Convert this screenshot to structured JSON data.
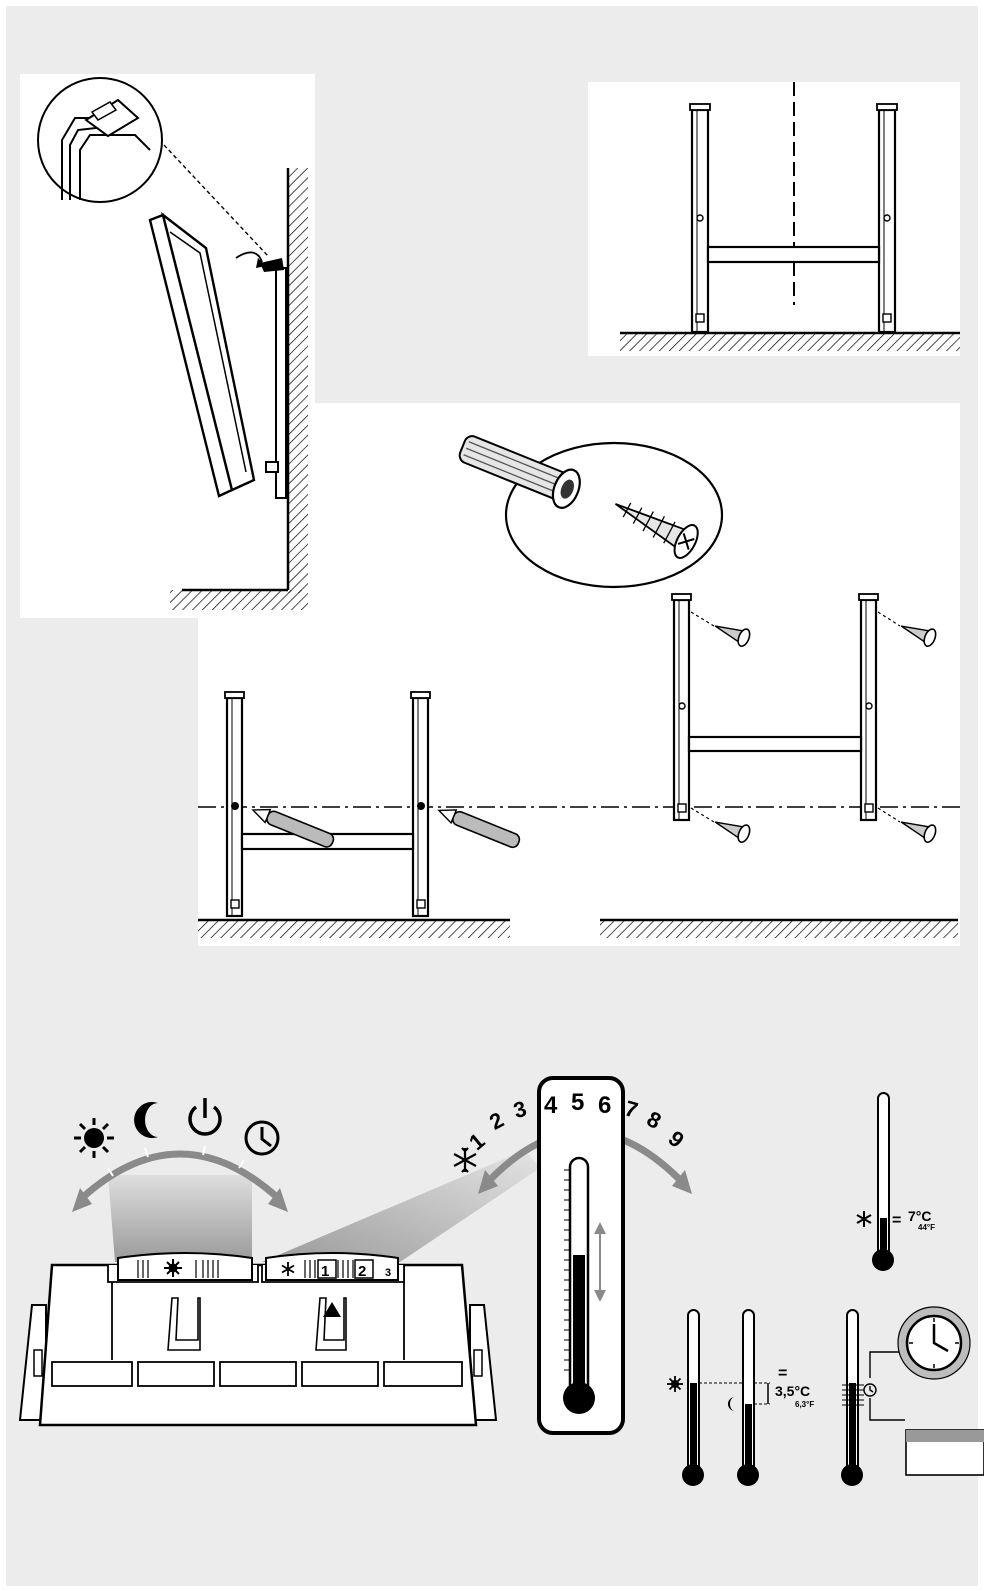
{
  "dial_mode": {
    "icons": [
      "sun-icon",
      "moon-icon",
      "power-icon",
      "clock-icon"
    ]
  },
  "dial_scale": {
    "labels": [
      "1",
      "2",
      "3",
      "4",
      "5",
      "6",
      "7",
      "8",
      "9"
    ],
    "snow_icon": "snowflake-icon"
  },
  "control_panel": {
    "knob_numbers": [
      "1",
      "2",
      "3"
    ]
  },
  "frost_protection": {
    "temp_c": "7°C",
    "temp_f": "44°F"
  },
  "comfort_eco": {
    "offset_equals": "=",
    "offset_c": "3,5°C",
    "offset_f": "6,3°F"
  },
  "frost_equals": "="
}
